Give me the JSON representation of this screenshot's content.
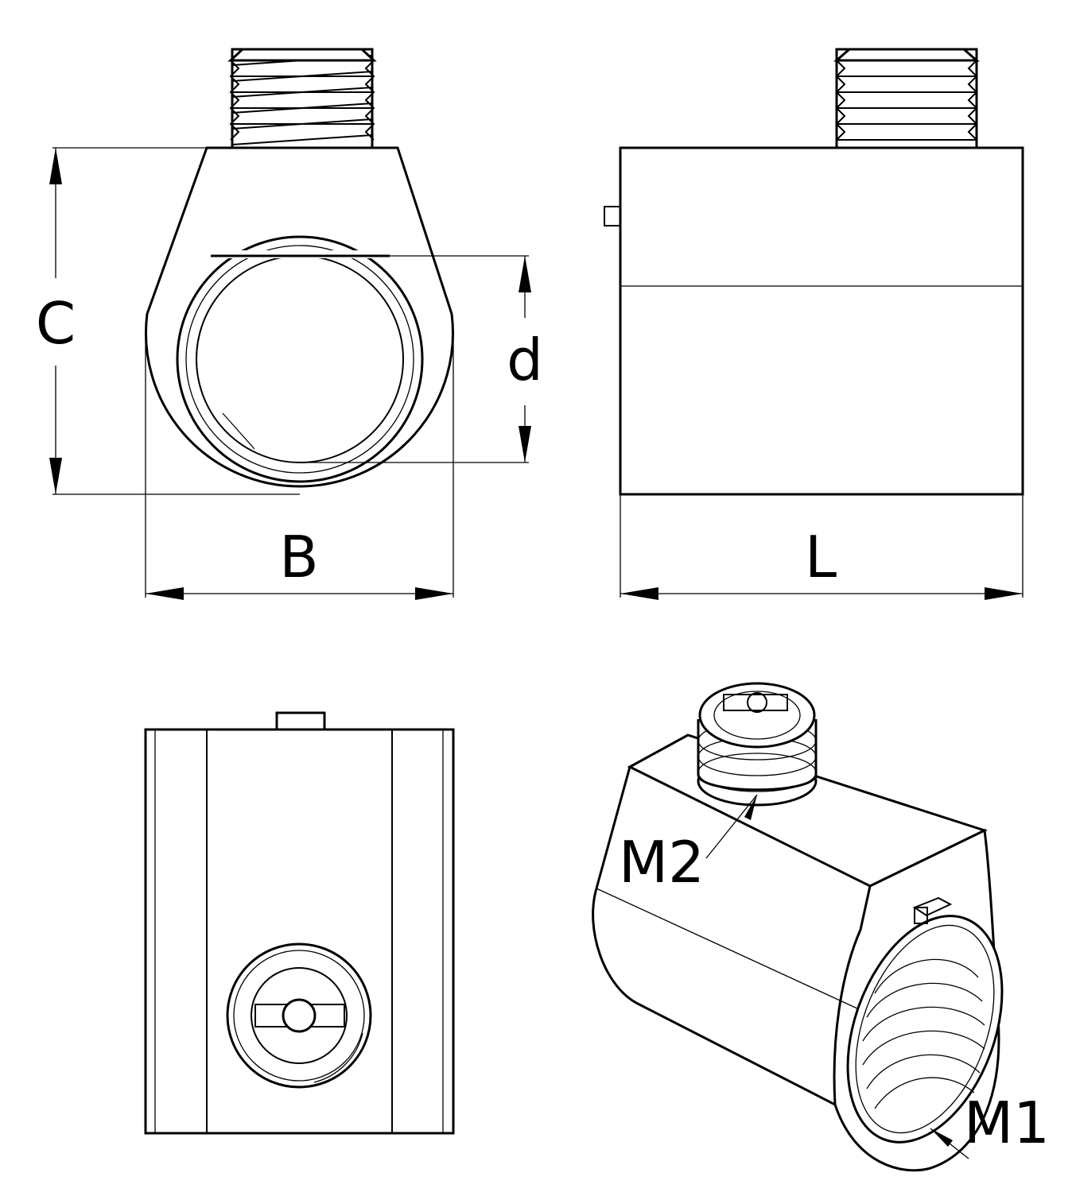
{
  "labels": {
    "c": "C",
    "d": "d",
    "b": "B",
    "l": "L",
    "m1": "M1",
    "m2": "M2"
  },
  "colors": {
    "line": "#000000",
    "background": "#ffffff"
  }
}
